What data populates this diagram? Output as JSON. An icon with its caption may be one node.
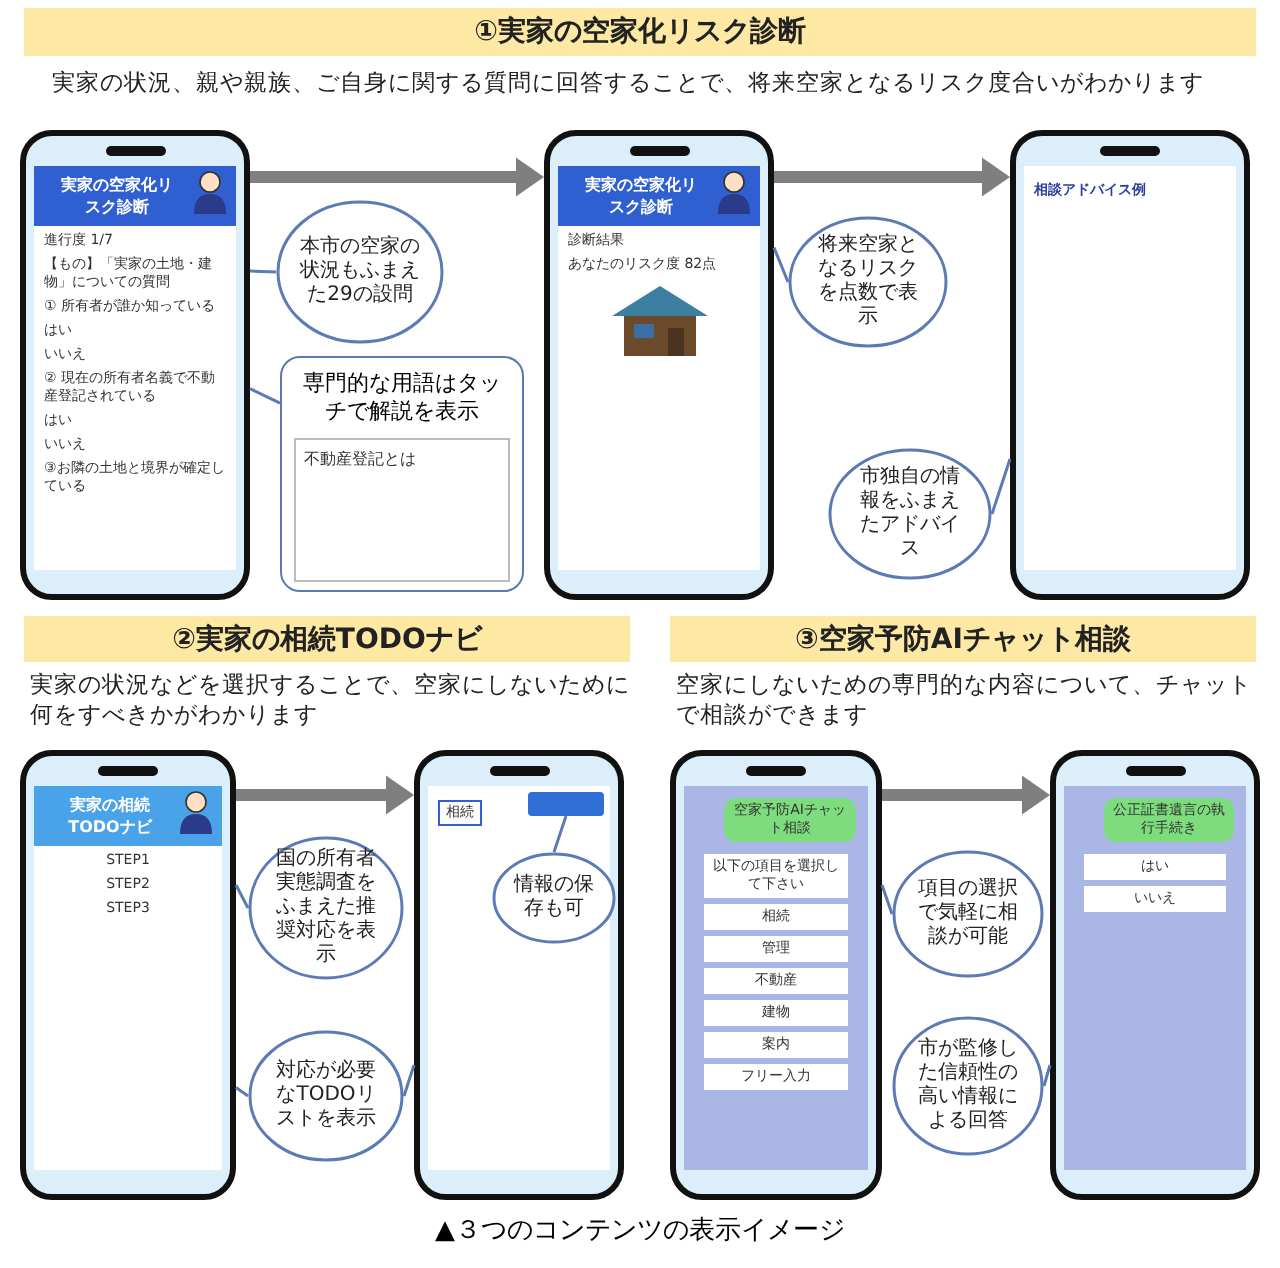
{
  "diagram": {
    "caption": "▲３つのコンテンツの表示イメージ",
    "nodes": [
      {
        "text": [
          "①実家の空家化リスク診断"
        ]
      },
      {
        "text": [
          "実家の空家化リスク診断",
          "進行度 1/7",
          "【もの】「実家の土地・建物」についての質問",
          "① 所有者が誰か知っている",
          "はい",
          "いいえ",
          "② 現在の所有者名義で不動産登記されている",
          "はい",
          "いいえ",
          "③お隣の土地と境界が確定している"
        ]
      },
      {
        "text": [
          "本市の空家の状況もふまえた29の設問"
        ]
      },
      {
        "text": [
          "専門的な用語はタッチで解説を表示",
          "不動産登記とは"
        ]
      },
      {
        "text": [
          "実家の空家化リスク診断",
          "診断結果",
          "あなたのリスク度 82点"
        ]
      },
      {
        "text": [
          "将来空家となるリスクを点数で表示"
        ]
      },
      {
        "text": [
          "相談アドバイス例"
        ]
      },
      {
        "text": [
          "市独自の情報をふまえたアドバイス"
        ]
      },
      {
        "text": [
          "②実家の相続TODOナビ"
        ]
      },
      {
        "text": [
          "実家の相続TODOナビ",
          "STEP1",
          "STEP2",
          "STEP3"
        ]
      },
      {
        "text": [
          "国の所有者実態調査をふまえた推奨対応を表示"
        ]
      },
      {
        "text": [
          "対応が必要なTODOリストを表示"
        ]
      },
      {
        "text": [
          "相続"
        ]
      },
      {
        "text": [],
        "shape": "box",
        "in": 12
      },
      {
        "text": [
          "情報の保存も可"
        ],
        "in": 12
      },
      {
        "text": [
          "③空家予防AIチャット相談"
        ]
      },
      {
        "text": [
          "空家予防AIチャット相談",
          "以下の項目を選択して下さい",
          "相続",
          "管理",
          "不動産",
          "建物",
          "案内",
          "フリー入力"
        ]
      },
      {
        "text": [
          "項目の選択で気軽に相談が可能"
        ]
      },
      {
        "text": [
          "公正証書遺言の執行手続き",
          "はい",
          "いいえ"
        ]
      },
      {
        "text": [
          "市が監修した信頼性の高い情報による回答"
        ]
      }
    ],
    "edges": [
      {
        "from": 1,
        "to": 4,
        "arrow": "to",
        "style": "thick",
        "color": "#7f7f7f"
      },
      {
        "from": 4,
        "to": 6,
        "arrow": "to",
        "style": "thick",
        "color": "#7f7f7f"
      },
      {
        "from": 2,
        "to": 1,
        "arrow": "none"
      },
      {
        "from": 3,
        "to": 1,
        "arrow": "none"
      },
      {
        "from": 5,
        "to": 4,
        "arrow": "none"
      },
      {
        "from": 7,
        "to": 6,
        "arrow": "none"
      },
      {
        "from": 9,
        "to": 12,
        "arrow": "to",
        "style": "thick",
        "color": "#7f7f7f"
      },
      {
        "from": 10,
        "to": 9,
        "arrow": "none"
      },
      {
        "from": 11,
        "to": 9,
        "arrow": "none"
      },
      {
        "from": 11,
        "to": 12,
        "arrow": "none"
      },
      {
        "from": 14,
        "to": 13,
        "arrow": "none"
      },
      {
        "from": 16,
        "to": 18,
        "arrow": "to",
        "style": "thick",
        "color": "#7f7f7f"
      },
      {
        "from": 17,
        "to": 16,
        "arrow": "none"
      },
      {
        "from": 19,
        "to": 18,
        "arrow": "none"
      }
    ],
    "labels": [
      "実家の状況、親や親族、ご自身に関する質問に回答することで、将来空家となるリスク度合いがわかります",
      "実家の状況などを選択することで、空家にしないために何をすべきかがわかります",
      "空家にしないための専門的な内容について、チャットで相談ができます"
    ]
  }
}
